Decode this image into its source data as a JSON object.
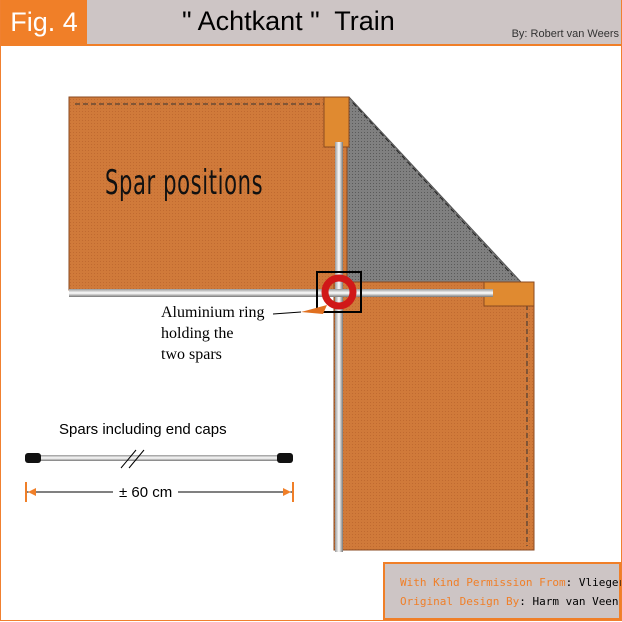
{
  "header": {
    "fig_label": "Fig. 4",
    "title": "\" Achtkant \"  Train",
    "author": "By:  Robert van Weers"
  },
  "diagram": {
    "heading": "Spar positions",
    "ring_label_lines": [
      "Aluminium ring",
      "holding the",
      "two spars"
    ],
    "spar_caption": "Spars including end caps",
    "spar_length": "± 60 cm"
  },
  "credits": {
    "permission_label": "With Kind Permission From",
    "permission_value": ": Vlieger Blad",
    "design_label": "Original Design By",
    "design_value": ": Harm van Veen"
  },
  "colors": {
    "accent": "#f07f28",
    "sail": "#d07a3a",
    "gray_panel": "#7a7a7a",
    "ring": "#d01818"
  }
}
